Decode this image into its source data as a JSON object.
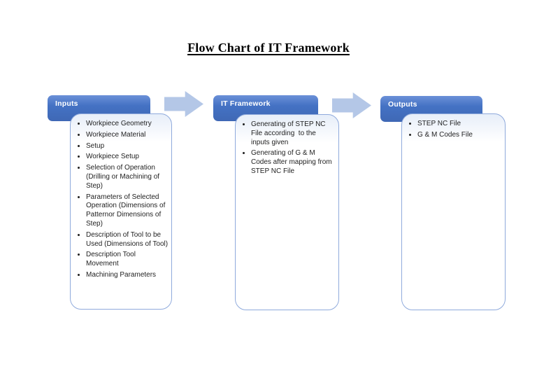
{
  "title": "Flow Chart of IT Framework",
  "colors": {
    "header_fill": "#4472c4",
    "arrow_fill": "#b4c7e7",
    "box_border": "#8faadc",
    "text": "#1f1f1f"
  },
  "columns": [
    {
      "header": "Inputs",
      "items": [
        "Workpiece Geometry",
        "Workpiece Material",
        "Setup",
        "Workpiece Setup",
        "Selection of Operation (Drilling or Machining of Step)",
        "Parameters of Selected Operation (Dimensions of Patternor Dimensions of Step)",
        "Description of Tool to be Used (Dimensions of Tool)",
        "Description Tool Movement",
        "Machining Parameters"
      ]
    },
    {
      "header": "IT Framework",
      "items": [
        "Generating of STEP NC File according  to the inputs given",
        "Generating of G & M Codes after mapping from STEP NC File"
      ]
    },
    {
      "header": "Outputs",
      "items": [
        "STEP NC File",
        "G & M Codes File"
      ]
    }
  ]
}
